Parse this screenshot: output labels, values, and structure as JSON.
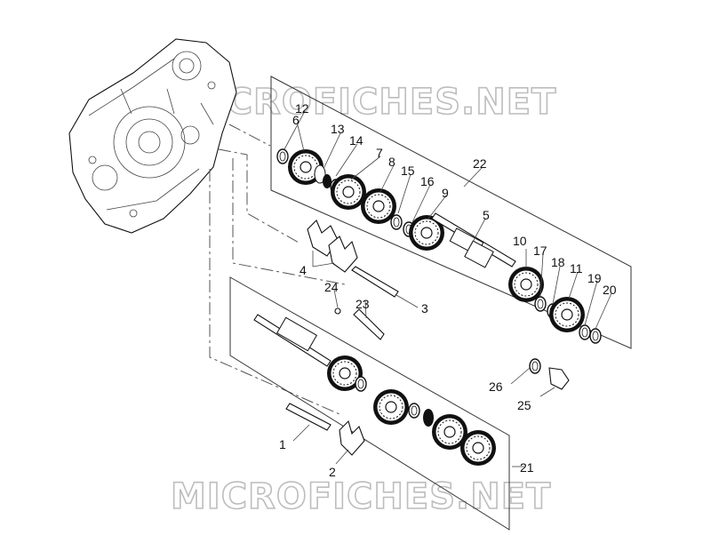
{
  "watermarks": {
    "top": "MICROFICHES.NET",
    "bottom": "MICROFICHES.NET"
  },
  "callouts": {
    "c1": "1",
    "c2": "2",
    "c3": "3",
    "c4": "4",
    "c5": "5",
    "c6": "6",
    "c7": "7",
    "c8": "8",
    "c9": "9",
    "c10": "10",
    "c11": "11",
    "c12": "12",
    "c13": "13",
    "c14": "14",
    "c15": "15",
    "c16": "16",
    "c17": "17",
    "c18": "18",
    "c19": "19",
    "c20": "20",
    "c21": "21",
    "c22": "22",
    "c23": "23",
    "c24": "24",
    "c25": "25",
    "c26": "26"
  }
}
